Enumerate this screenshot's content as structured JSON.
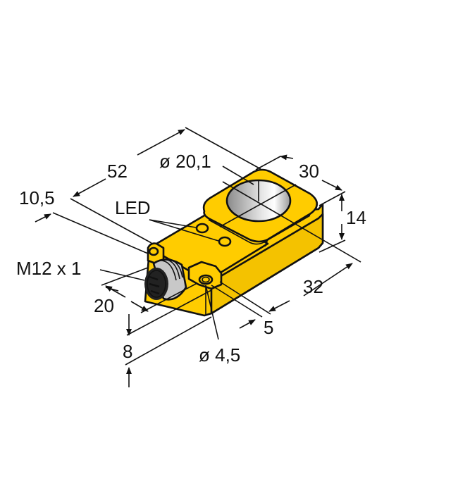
{
  "drawing": {
    "title": "Ring-type inductive sensor dimension drawing",
    "colors": {
      "housing": "#FFCC00",
      "housing_shadow": "#F0BE00",
      "outline": "#111111",
      "coil_face": "#BDBDBD",
      "connector_thread": "#C8C8C8"
    }
  },
  "dimensions": {
    "length": "52",
    "width_top": "30",
    "height": "14",
    "width_bottom": "32",
    "bore_diameter": "ø 20,1",
    "offset_left": "10,5",
    "connector_spacing": "20",
    "connector_height": "8",
    "mount_hole_offset": "5",
    "mount_hole_diameter": "ø 4,5"
  },
  "callouts": {
    "led": "LED",
    "connector": "M12 x 1"
  }
}
